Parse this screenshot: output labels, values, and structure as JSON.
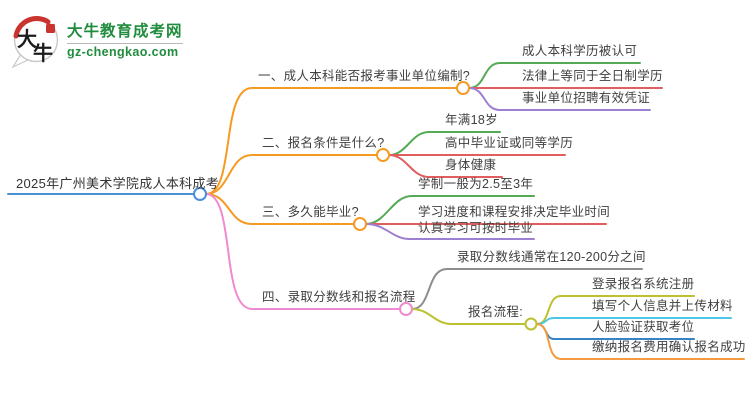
{
  "logo": {
    "title": "大牛教育成考网",
    "subtitle": "gz-chengkao.com",
    "icon_char_1": "大",
    "icon_char_2": "牛",
    "brand_green": "#218c3e",
    "seal_red": "#c9352e"
  },
  "mindmap": {
    "root": {
      "label": "2025年广州美术学院成人本科成考",
      "color": "#4a90d2"
    },
    "branches": [
      {
        "label": "一、成人本科能否报考事业单位编制?",
        "color": "#f59a23",
        "children": [
          {
            "label": "成人本科学历被认可",
            "color": "#55aa55"
          },
          {
            "label": "法律上等同于全日制学历",
            "color": "#e05e5e"
          },
          {
            "label": "事业单位招聘有效凭证",
            "color": "#9d80d2"
          }
        ]
      },
      {
        "label": "二、报名条件是什么?",
        "color": "#f59a23",
        "children": [
          {
            "label": "年满18岁",
            "color": "#55aa55"
          },
          {
            "label": "高中毕业证或同等学历",
            "color": "#e05e5e"
          },
          {
            "label": "身体健康",
            "color": "#e05e5e"
          }
        ]
      },
      {
        "label": "三、多久能毕业?",
        "color": "#f59a23",
        "children": [
          {
            "label": "学制一般为2.5至3年",
            "color": "#55aa55"
          },
          {
            "label": "学习进度和课程安排决定毕业时间",
            "color": "#e05e5e"
          },
          {
            "label": "认真学习可按时毕业",
            "color": "#9d80d2"
          }
        ]
      },
      {
        "label": "四、录取分数线和报名流程",
        "color": "#f08ad0",
        "children": [
          {
            "label": "录取分数线通常在120-200分之间",
            "color": "#8e8e8e"
          },
          {
            "label": "报名流程:",
            "color": "#bdc02f",
            "children": [
              {
                "label": "登录报名系统注册",
                "color": "#bdc02f"
              },
              {
                "label": "填写个人信息并上传材料",
                "color": "#4cc6e6"
              },
              {
                "label": "人脸验证获取考位",
                "color": "#3585c6"
              },
              {
                "label": "缴纳报名费用确认报名成功",
                "color": "#f59a3e"
              }
            ]
          }
        ]
      }
    ]
  }
}
